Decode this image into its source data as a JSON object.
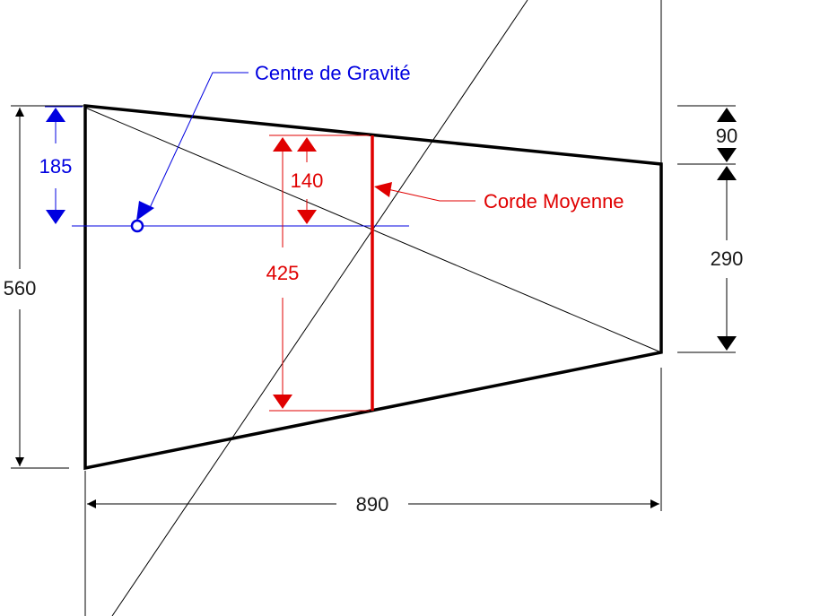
{
  "colors": {
    "outline": "#000000",
    "cg": "#0000e0",
    "mac": "#e00000",
    "construction": "#000000"
  },
  "labels": {
    "cg_title": "Centre de Gravité",
    "mac_title": "Corde Moyenne",
    "root_chord": "560",
    "tip_chord": "290",
    "tip_offset": "90",
    "span": "890",
    "cg_from_le": "185",
    "mac_le_offset": "140",
    "mac_length": "425"
  }
}
